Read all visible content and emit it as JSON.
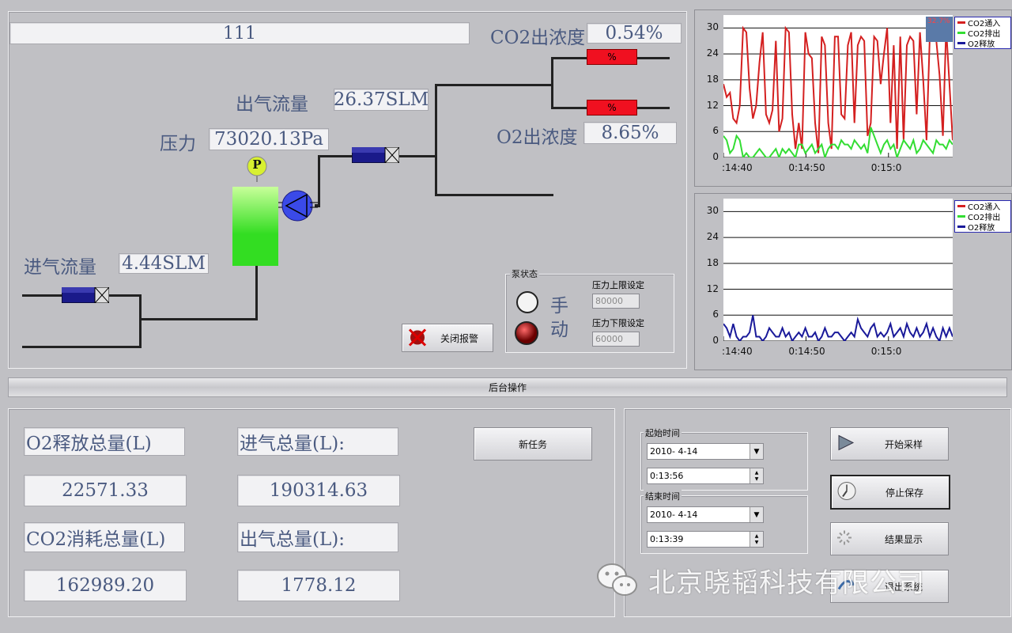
{
  "top": {
    "name_field": "111",
    "co2_out_label": "CO2出浓度",
    "co2_out_value": "0.54%",
    "o2_out_label": "O2出浓度",
    "o2_out_value": "8.65%",
    "red_badge_1": "%",
    "red_badge_2": "%",
    "outflow_label": "出气流量",
    "outflow_value": "26.37SLM",
    "pressure_label": "压力",
    "pressure_value": "73020.13Pa",
    "pressure_gauge": "P",
    "inflow_label": "进气流量",
    "inflow_value": "4.44SLM",
    "close_alarm_button": "关闭报警",
    "pump_group_title": "泵状态",
    "mode_text": "手动",
    "pressure_upper_label": "压力上限设定",
    "pressure_upper_value": "80000",
    "pressure_lower_label": "压力下限设定",
    "pressure_lower_value": "60000"
  },
  "divider_label": "后台操作",
  "totals": {
    "o2_release_label": "O2释放总量(L)",
    "o2_release_value": "22571.33",
    "inflow_total_label": "进气总量(L):",
    "inflow_total_value": "190314.63",
    "co2_consume_label": "CO2消耗总量(L)",
    "co2_consume_value": "162989.20",
    "outflow_total_label": "出气总量(L):",
    "outflow_total_value": "1778.12",
    "new_task_button": "新任务"
  },
  "time_panel": {
    "start_title": "起始时间",
    "start_date": "2010- 4-14",
    "start_time": "0:13:56",
    "end_title": "结束时间",
    "end_date": "2010- 4-14",
    "end_time": "0:13:39",
    "start_sampling_button": "开始采样",
    "stop_save_button": "停止保存",
    "show_results_button": "结果显示",
    "exit_system_button": "退出系统"
  },
  "watermark": "北京晓韬科技有限公司",
  "colors": {
    "co2_in": "#d42020",
    "co2_out": "#33dd33",
    "o2_release": "#1a1a9a",
    "label_text": "#4a5a80"
  },
  "chart_data": [
    {
      "type": "line",
      "xlabel": "",
      "ylabel": "",
      "ylim": [
        0,
        33
      ],
      "y_ticks": [
        "30",
        "24",
        "18",
        "12",
        "6",
        "0"
      ],
      "x_ticks": [
        ":14:40",
        "0:14:50",
        "0:15:0"
      ],
      "legend_position": "top-right",
      "overlay_badge": "32.7%",
      "legend": [
        "CO2通入",
        "CO2排出",
        "O2释放"
      ],
      "series": [
        {
          "name": "CO2通入",
          "color": "#d42020",
          "values": [
            17,
            14,
            15,
            9,
            8,
            12,
            30,
            29,
            16,
            9,
            12,
            22,
            29,
            10,
            8,
            11,
            27,
            6,
            9,
            30,
            29,
            10,
            2,
            8,
            2,
            29,
            24,
            23,
            8,
            1,
            28,
            26,
            8,
            2,
            28,
            28,
            10,
            9,
            26,
            29,
            8,
            26,
            28,
            27,
            5,
            8,
            28,
            27,
            17,
            24,
            30,
            8,
            26,
            2,
            28,
            4,
            26,
            28,
            27,
            10,
            29,
            18,
            4,
            28,
            29,
            27,
            19,
            5,
            30,
            17,
            4
          ]
        },
        {
          "name": "CO2排出",
          "color": "#33dd33",
          "values": [
            5,
            4,
            1,
            2,
            5,
            4,
            0,
            1,
            0,
            0,
            1,
            2,
            1,
            0,
            0,
            1,
            2,
            0,
            2,
            1,
            2,
            1,
            0,
            3,
            3,
            1,
            2,
            3,
            1,
            2,
            3,
            0,
            2,
            3,
            3,
            2,
            4,
            3,
            3,
            2,
            4,
            3,
            2,
            3,
            1,
            7,
            5,
            3,
            1,
            3,
            4,
            2,
            3,
            0,
            2,
            4,
            3,
            2,
            4,
            1,
            2,
            4,
            3,
            2,
            1,
            4,
            3,
            3,
            2,
            4,
            3
          ]
        }
      ]
    },
    {
      "type": "line",
      "xlabel": "",
      "ylabel": "",
      "ylim": [
        0,
        33
      ],
      "y_ticks": [
        "30",
        "24",
        "18",
        "12",
        "6",
        "0"
      ],
      "x_ticks": [
        ":14:40",
        "0:14:50",
        "0:15:0"
      ],
      "legend_position": "top-right",
      "legend": [
        "CO2通入",
        "CO2排出",
        "O2释放"
      ],
      "series": [
        {
          "name": "O2释放",
          "color": "#1a1a9a",
          "values": [
            4,
            3,
            1,
            4,
            1,
            0,
            1,
            1,
            2,
            6,
            1,
            1,
            0,
            1,
            3,
            2,
            1,
            1,
            3,
            1,
            2,
            0,
            1,
            2,
            1,
            3,
            1,
            1,
            2,
            0,
            1,
            3,
            1,
            1,
            2,
            2,
            1,
            0,
            1,
            2,
            1,
            5,
            3,
            2,
            1,
            3,
            4,
            1,
            2,
            1,
            2,
            4,
            1,
            2,
            3,
            1,
            4,
            2,
            1,
            3,
            1,
            2,
            4,
            1,
            3,
            1,
            0,
            3,
            1,
            3,
            1
          ]
        }
      ]
    }
  ]
}
